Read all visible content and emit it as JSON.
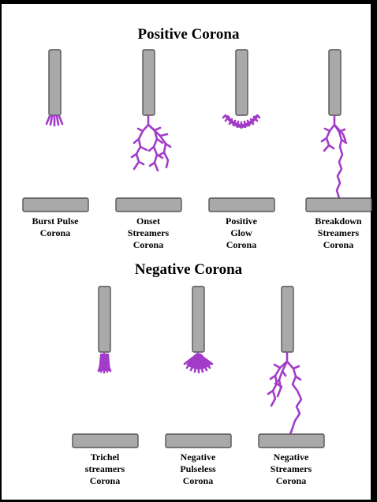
{
  "sections": {
    "positive": {
      "title": "Positive Corona",
      "items": [
        {
          "lines": [
            "Burst Pulse",
            "Corona"
          ]
        },
        {
          "lines": [
            "Onset",
            "Streamers",
            "Corona"
          ]
        },
        {
          "lines": [
            "Positive",
            "Glow",
            "Corona"
          ]
        },
        {
          "lines": [
            "Breakdown",
            "Streamers",
            "Corona"
          ]
        }
      ]
    },
    "negative": {
      "title": "Negative Corona",
      "items": [
        {
          "lines": [
            "Trichel",
            "streamers",
            "Corona"
          ]
        },
        {
          "lines": [
            "Negative",
            "Pulseless",
            "Corona"
          ]
        },
        {
          "lines": [
            "Negative",
            "Streamers",
            "Corona"
          ]
        }
      ]
    }
  },
  "colors": {
    "discharge": "#a23cc9",
    "electrode": "#a9a9a9",
    "outline": "#555555"
  }
}
